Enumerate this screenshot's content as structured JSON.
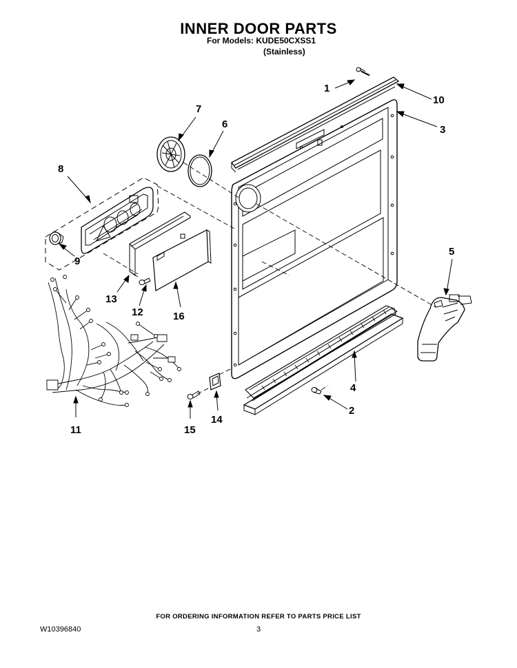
{
  "header": {
    "title": "INNER DOOR PARTS",
    "models_line": "For Models: KUDE50CXSS1",
    "finish_line": "(Stainless)"
  },
  "callouts": {
    "c1": "1",
    "c2": "2",
    "c3": "3",
    "c4": "4",
    "c5": "5",
    "c6": "6",
    "c7": "7",
    "c8": "8",
    "c9": "9",
    "c10": "10",
    "c11": "11",
    "c12": "12",
    "c13": "13",
    "c14": "14",
    "c15": "15",
    "c16": "16"
  },
  "footer": {
    "ordering_note": "FOR ORDERING INFORMATION REFER TO PARTS PRICE LIST",
    "document_number": "W10396840",
    "page_number": "3"
  }
}
